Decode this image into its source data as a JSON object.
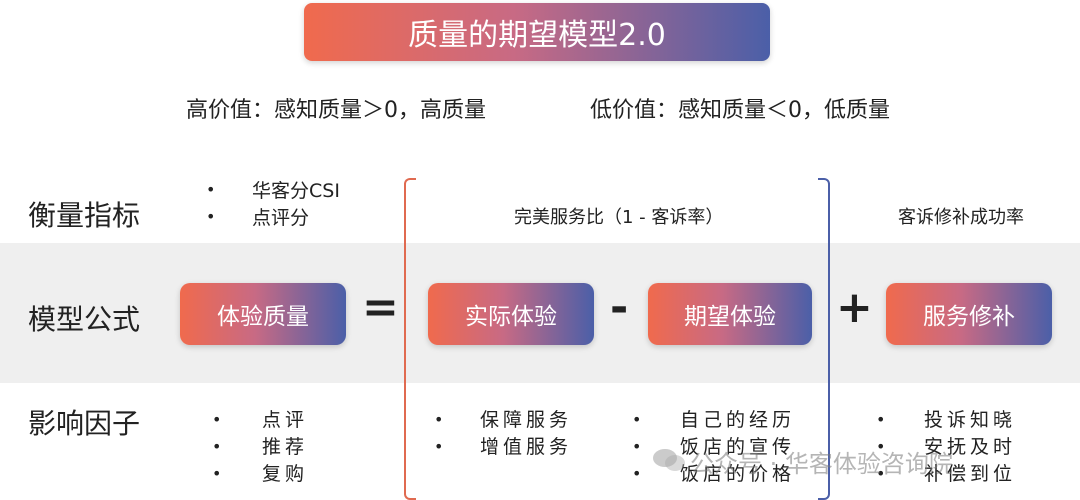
{
  "title": "质量的期望模型2.0",
  "sub_high": "高价值：感知质量＞0，高质量",
  "sub_low": "低价值：感知质量＜0，低质量",
  "rows": {
    "metric": "衡量指标",
    "formula": "模型公式",
    "factor": "影响因子"
  },
  "metric_items": [
    "华客分CSI",
    "点评分"
  ],
  "metric_middle": "完美服务比（1 - 客诉率）",
  "metric_right": "客诉修补成功率",
  "formula_boxes": {
    "quality": "体验质量",
    "actual": "实际体验",
    "expected": "期望体验",
    "repair": "服务修补"
  },
  "operators": {
    "eq": "=",
    "minus": "-",
    "plus": "+"
  },
  "factor_col1": [
    "点评",
    "推荐",
    "复购"
  ],
  "factor_col2": [
    "保障服务",
    "增值服务"
  ],
  "factor_col3": [
    "自己的经历",
    "饭店的宣传",
    "饭店的价格"
  ],
  "factor_col4": [
    "投诉知晓",
    "安抚及时",
    "补偿到位"
  ],
  "bullet": "•",
  "watermark": "公众号 · 华客体验咨询院",
  "colors": {
    "gradient_start": "#f06a4d",
    "gradient_end": "#4b5fa8",
    "band": "#efefef"
  }
}
